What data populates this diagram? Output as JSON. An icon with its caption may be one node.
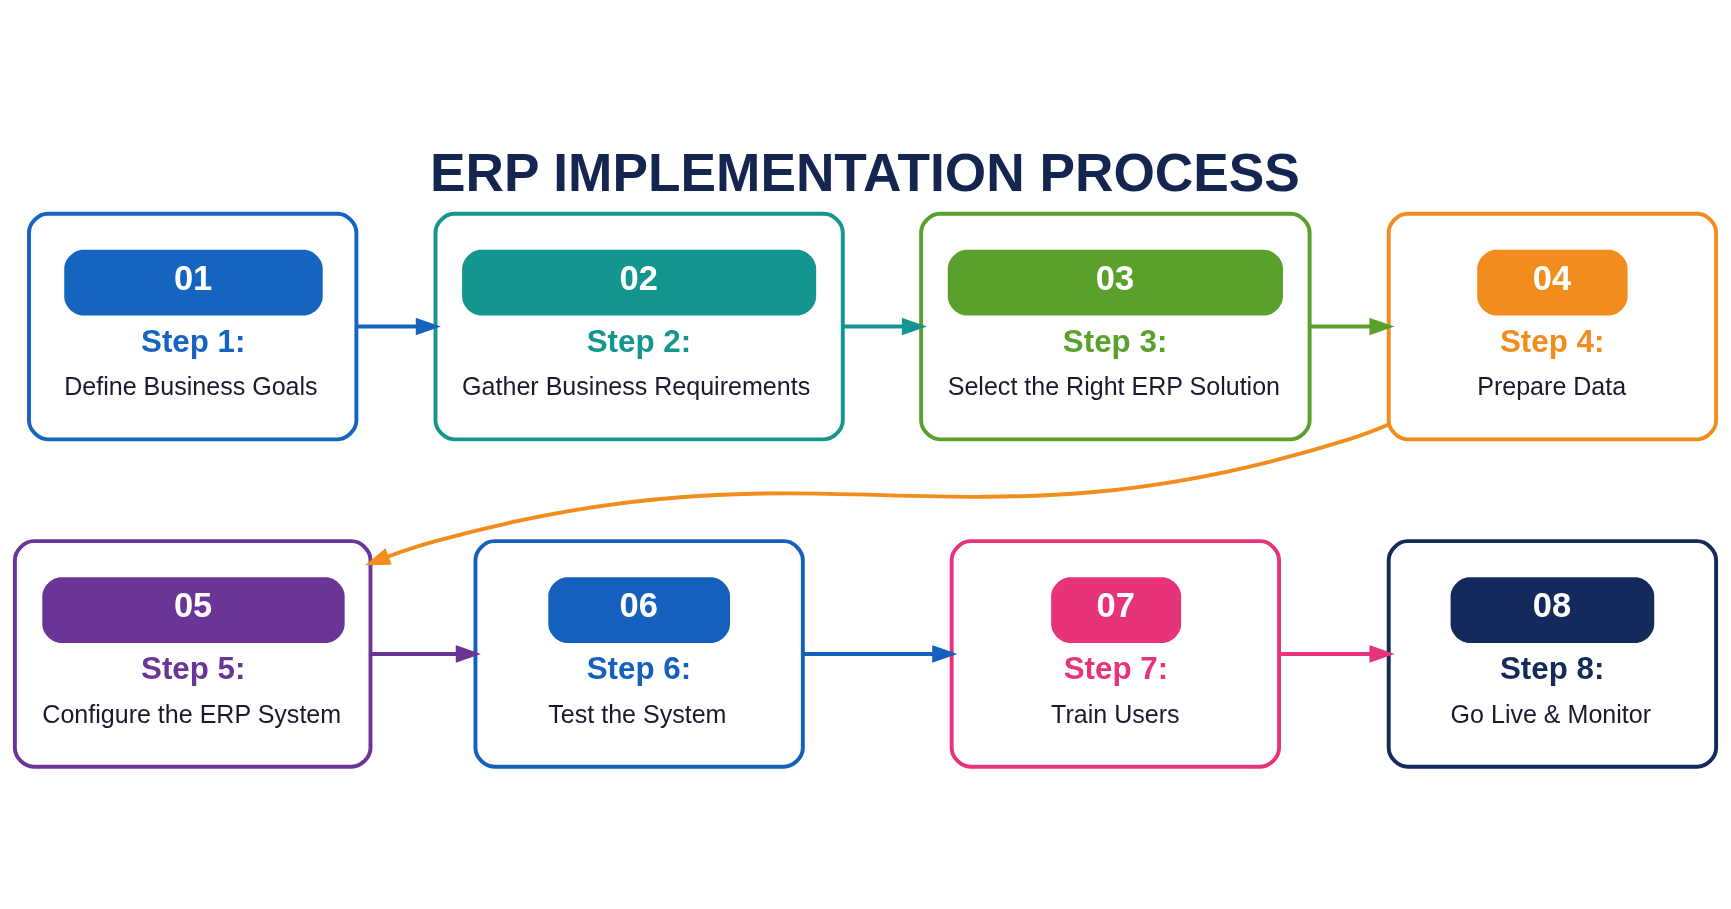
{
  "diagram": {
    "title": "ERP IMPLEMENTATION PROCESS",
    "nodes": [
      {
        "text": [
          "01",
          "Step 1:",
          "Define Business Goals"
        ]
      },
      {
        "text": [
          "02",
          "Step 2:",
          "Gather Business Requirements"
        ]
      },
      {
        "text": [
          "03",
          "Step 3:",
          "Select the Right ERP Solution"
        ]
      },
      {
        "text": [
          "04",
          "Step 4:",
          "Prepare Data"
        ]
      },
      {
        "text": [
          "05",
          "Step 5:",
          "Configure the ERP System"
        ]
      },
      {
        "text": [
          "06",
          "Step 6:",
          "Test the System"
        ]
      },
      {
        "text": [
          "07",
          "Step 7:",
          "Train Users"
        ]
      },
      {
        "text": [
          "08",
          "Step 8:",
          "Go Live & Monitor"
        ]
      }
    ],
    "edges": [
      {
        "from": 0,
        "to": 1,
        "arrow": "to",
        "color": "#1565c0"
      },
      {
        "from": 1,
        "to": 2,
        "arrow": "to",
        "color": "#14958f"
      },
      {
        "from": 2,
        "to": 3,
        "arrow": "to",
        "color": "#5aa02c"
      },
      {
        "from": 3,
        "to": 4,
        "arrow": "to",
        "color": "#f28c1c"
      },
      {
        "from": 4,
        "to": 5,
        "arrow": "to",
        "color": "#6a3597"
      },
      {
        "from": 5,
        "to": 6,
        "arrow": "to",
        "color": "#1560bd"
      },
      {
        "from": 6,
        "to": 7,
        "arrow": "to",
        "color": "#e6337a"
      }
    ]
  }
}
